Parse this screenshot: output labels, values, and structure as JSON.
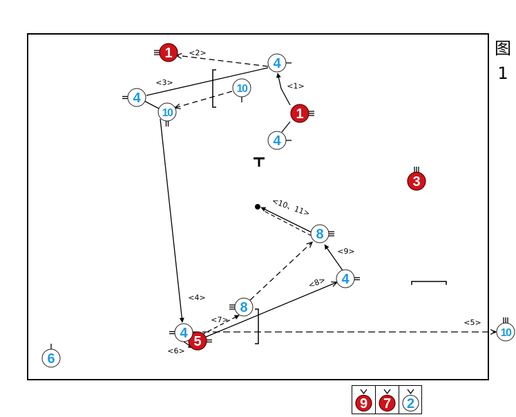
{
  "figure": {
    "char": "图",
    "number": "1"
  },
  "colors": {
    "red": "#d0121b",
    "blue": "#1b9be0",
    "line": "#000000"
  },
  "players": [
    {
      "id": "red-1-top",
      "team": "red",
      "number": "1"
    },
    {
      "id": "red-1-mid",
      "team": "red",
      "number": "1"
    },
    {
      "id": "red-3",
      "team": "red",
      "number": "3"
    },
    {
      "id": "red-5",
      "team": "red",
      "number": "5"
    },
    {
      "id": "blue-4-topright",
      "team": "blue",
      "number": "4"
    },
    {
      "id": "blue-4-left",
      "team": "blue",
      "number": "4"
    },
    {
      "id": "blue-10-mid",
      "team": "blue",
      "number": "10"
    },
    {
      "id": "blue-10-left",
      "team": "blue",
      "number": "10"
    },
    {
      "id": "blue-4-lowcenter",
      "team": "blue",
      "number": "4"
    },
    {
      "id": "blue-8-right",
      "team": "blue",
      "number": "8"
    },
    {
      "id": "blue-4-right",
      "team": "blue",
      "number": "4"
    },
    {
      "id": "blue-8-low",
      "team": "blue",
      "number": "8"
    },
    {
      "id": "blue-4-bottom",
      "team": "blue",
      "number": "4"
    },
    {
      "id": "blue-6",
      "team": "blue",
      "number": "6"
    },
    {
      "id": "blue-10-outside",
      "team": "blue",
      "number": "10"
    }
  ],
  "labels": [
    "<1>",
    "<2>",
    "<3>",
    "<4>",
    "<5>",
    "<6>",
    "<7>",
    "<8>",
    "<9>",
    "<10、11>"
  ],
  "bench": [
    {
      "team": "red",
      "number": "9"
    },
    {
      "team": "red",
      "number": "7"
    },
    {
      "team": "blue",
      "number": "2"
    }
  ]
}
